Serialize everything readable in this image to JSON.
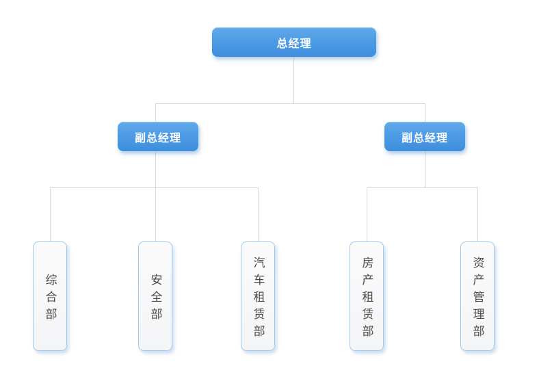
{
  "orgchart": {
    "type": "org-chart",
    "root": {
      "label": "总经理"
    },
    "vice": [
      {
        "label": "副总经理",
        "departments": [
          {
            "label": "综合部"
          },
          {
            "label": "安全部"
          },
          {
            "label": "汽车租赁部"
          }
        ]
      },
      {
        "label": "副总经理",
        "departments": [
          {
            "label": "房产租赁部"
          },
          {
            "label": "资产管理部"
          }
        ]
      }
    ],
    "colors": {
      "manager_gradient_top": "#62aae9",
      "manager_gradient_bottom": "#3e8ede",
      "manager_text": "#ffffff",
      "department_background": "#f6f7f8",
      "department_border": "#a6c8e8",
      "department_text": "#4a4a4a",
      "connector": "#d9d9d9",
      "page_background": "#ffffff"
    }
  }
}
